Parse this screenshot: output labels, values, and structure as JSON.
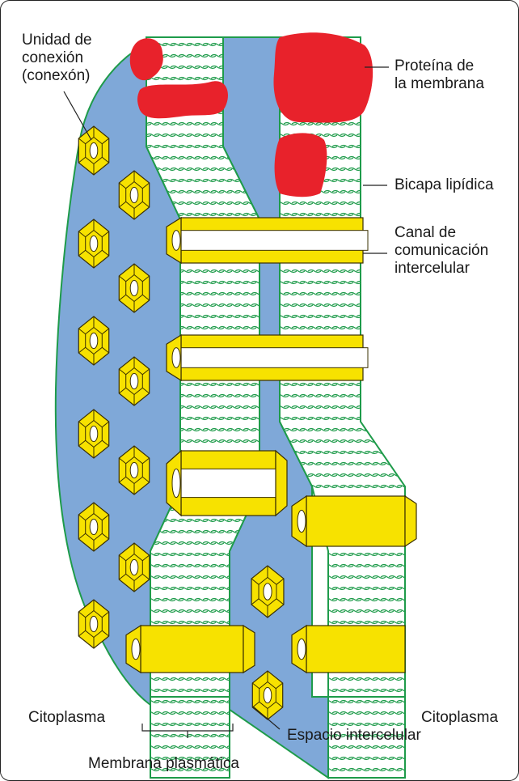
{
  "colors": {
    "cytoplasm": "#7fa8d8",
    "membrane_outline": "#1e9b4a",
    "lipid_tail": "#1e9b4a",
    "lipid_head": "#14a04a",
    "protein": "#e8222b",
    "connexon": "#f7e200",
    "connexon_outline": "#3a3000",
    "channel_interior": "#ffffff"
  },
  "labels": {
    "connexon_unit": [
      "Unidad de",
      "conexión",
      "(conexón)"
    ],
    "membrane_protein": [
      "Proteína de",
      "la membrana"
    ],
    "lipid_bilayer": "Bicapa lipídica",
    "channel": [
      "Canal de",
      "comunicación",
      "intercelular"
    ],
    "cytoplasm_left": "Citoplasma",
    "cytoplasm_right": "Citoplasma",
    "plasma_membrane": "Membrana plasmática",
    "intercellular_space": "Espacio intercelular"
  }
}
